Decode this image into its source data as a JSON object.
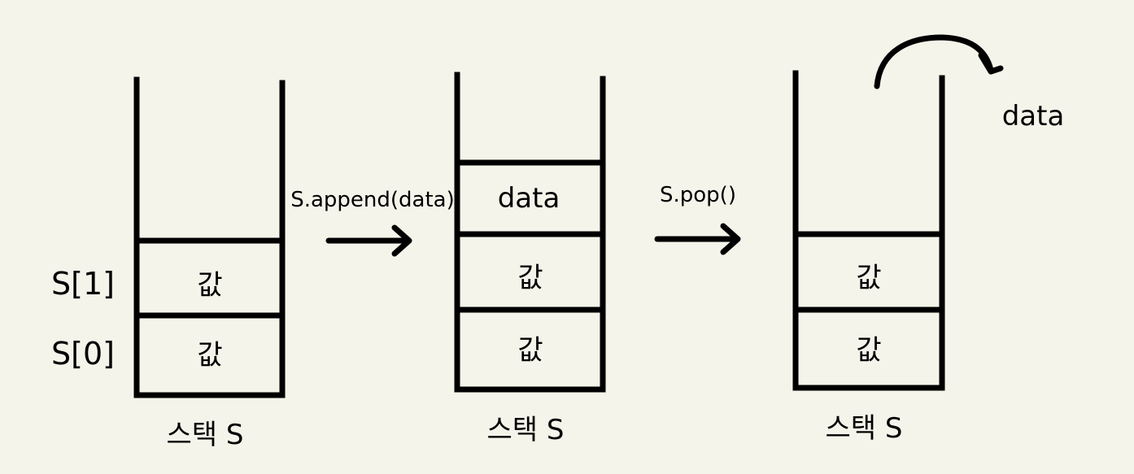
{
  "stacks": [
    {
      "caption": "스택 S",
      "cells": [
        "값",
        "값"
      ],
      "index_labels": [
        "S[1]",
        "S[0]"
      ]
    },
    {
      "caption": "스택 S",
      "cells": [
        "data",
        "값",
        "값"
      ]
    },
    {
      "caption": "스택 S",
      "cells": [
        "값",
        "값"
      ]
    }
  ],
  "operations": [
    {
      "label": "S.append(data)"
    },
    {
      "label": "S.pop()"
    }
  ],
  "popped": {
    "label": "data"
  }
}
